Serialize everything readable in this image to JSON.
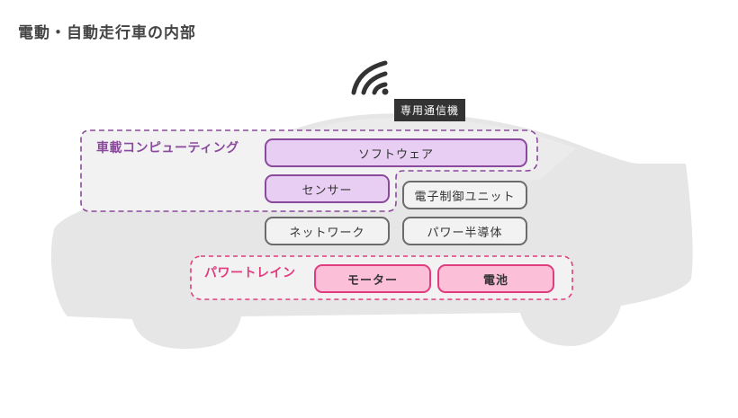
{
  "title": "電動・自動走行車の内部",
  "comm_label": "専用通信機",
  "computing": {
    "label": "車載コンピューティング",
    "software": "ソフトウェア",
    "sensor": "センサー"
  },
  "components": {
    "ecu": "電子制御ユニット",
    "network": "ネットワーク",
    "power_semi": "パワー半導体"
  },
  "powertrain": {
    "label": "パワートレイン",
    "motor": "モーター",
    "battery": "電池"
  },
  "colors": {
    "computing": "#8a4a9c",
    "powertrain": "#e03c7e",
    "car": "#e6e6e6"
  }
}
